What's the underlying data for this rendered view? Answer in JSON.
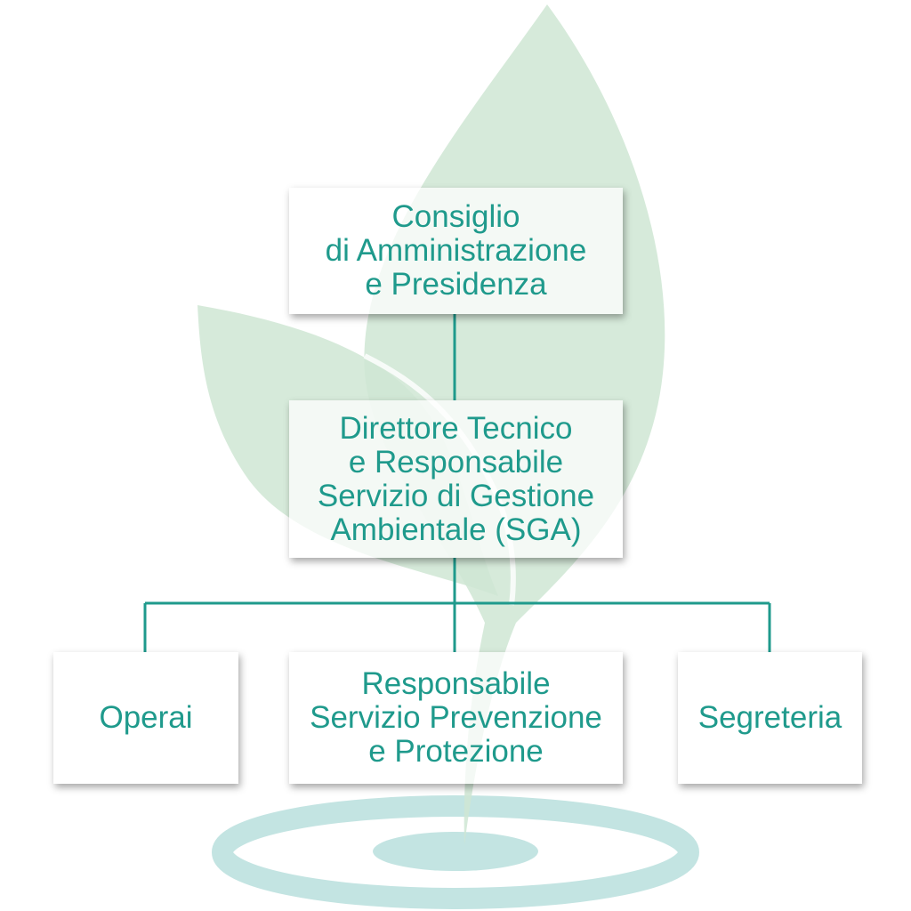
{
  "colors": {
    "text": "#1f9a8c",
    "line": "#1f9a8c",
    "leaf": "#cfe6d3",
    "ring": "#c3e4e2"
  },
  "nodes": {
    "board": {
      "lines": [
        "Consiglio",
        "di Amministrazione",
        "e Presidenza"
      ]
    },
    "director": {
      "lines": [
        "Direttore Tecnico",
        "e Responsabile",
        "Servizio di Gestione",
        "Ambientale (SGA)"
      ]
    },
    "workers": {
      "lines": [
        "Operai"
      ]
    },
    "rspp": {
      "lines": [
        "Responsabile",
        "Servizio Prevenzione",
        "e Protezione"
      ]
    },
    "secretariat": {
      "lines": [
        "Segreteria"
      ]
    }
  }
}
